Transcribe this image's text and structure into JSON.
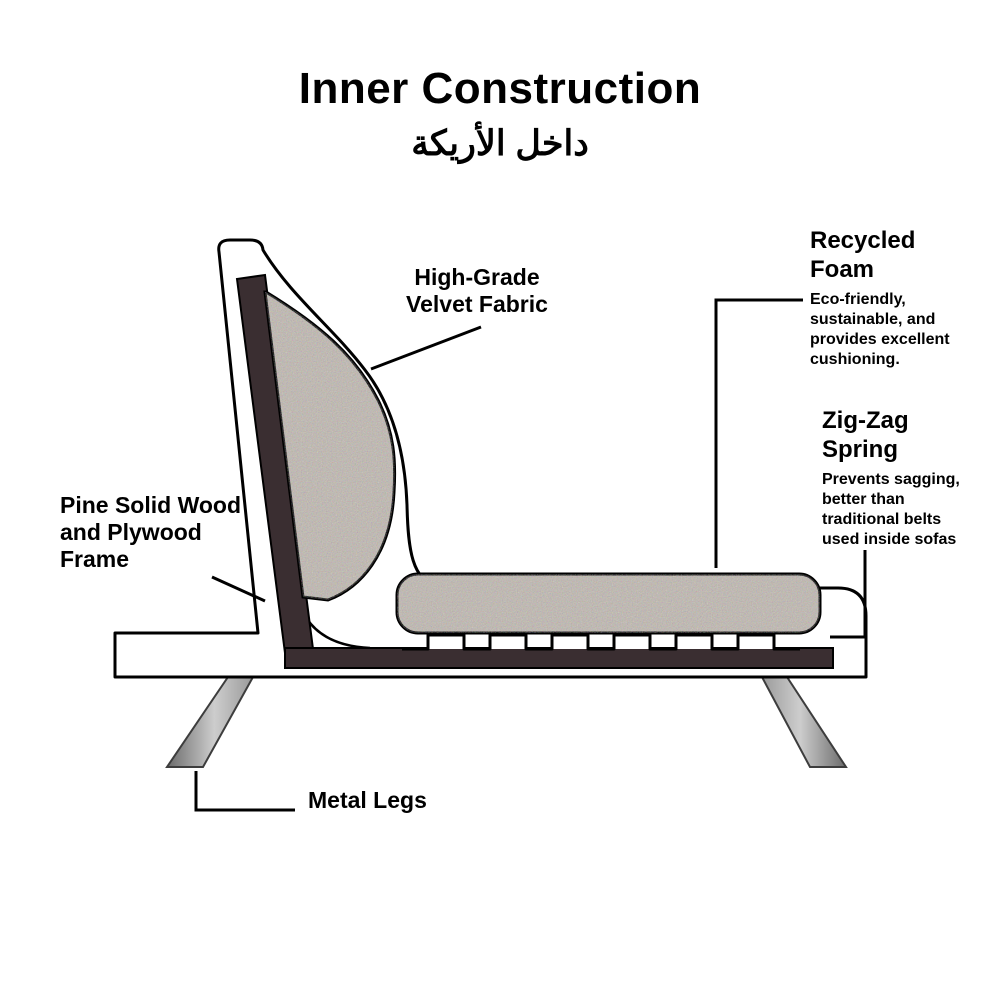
{
  "title": "Inner Construction",
  "subtitle_arabic": "داخل الأريكة",
  "labels": {
    "velvet": {
      "lines": [
        "High-Grade",
        "Velvet Fabric"
      ]
    },
    "recycled_foam": {
      "heading": [
        "Recycled",
        "Foam"
      ],
      "description": [
        "Eco-friendly,",
        "sustainable, and",
        "provides excellent",
        "cushioning."
      ]
    },
    "zigzag_spring": {
      "heading": [
        "Zig-Zag",
        "Spring"
      ],
      "description": [
        "Prevents sagging,",
        "better than",
        "traditional belts",
        "used inside sofas"
      ]
    },
    "pine_frame": {
      "lines": [
        "Pine Solid Wood",
        "and Plywood",
        "Frame"
      ]
    },
    "metal_legs": {
      "lines": [
        "Metal Legs"
      ]
    }
  },
  "colors": {
    "outline": "#000000",
    "wood_frame": "#3a2e31",
    "foam_base": "#c0b8b0",
    "leg_gray_dark": "#6b6b6b",
    "leg_gray_light": "#cdcdcd",
    "background": "#ffffff"
  }
}
